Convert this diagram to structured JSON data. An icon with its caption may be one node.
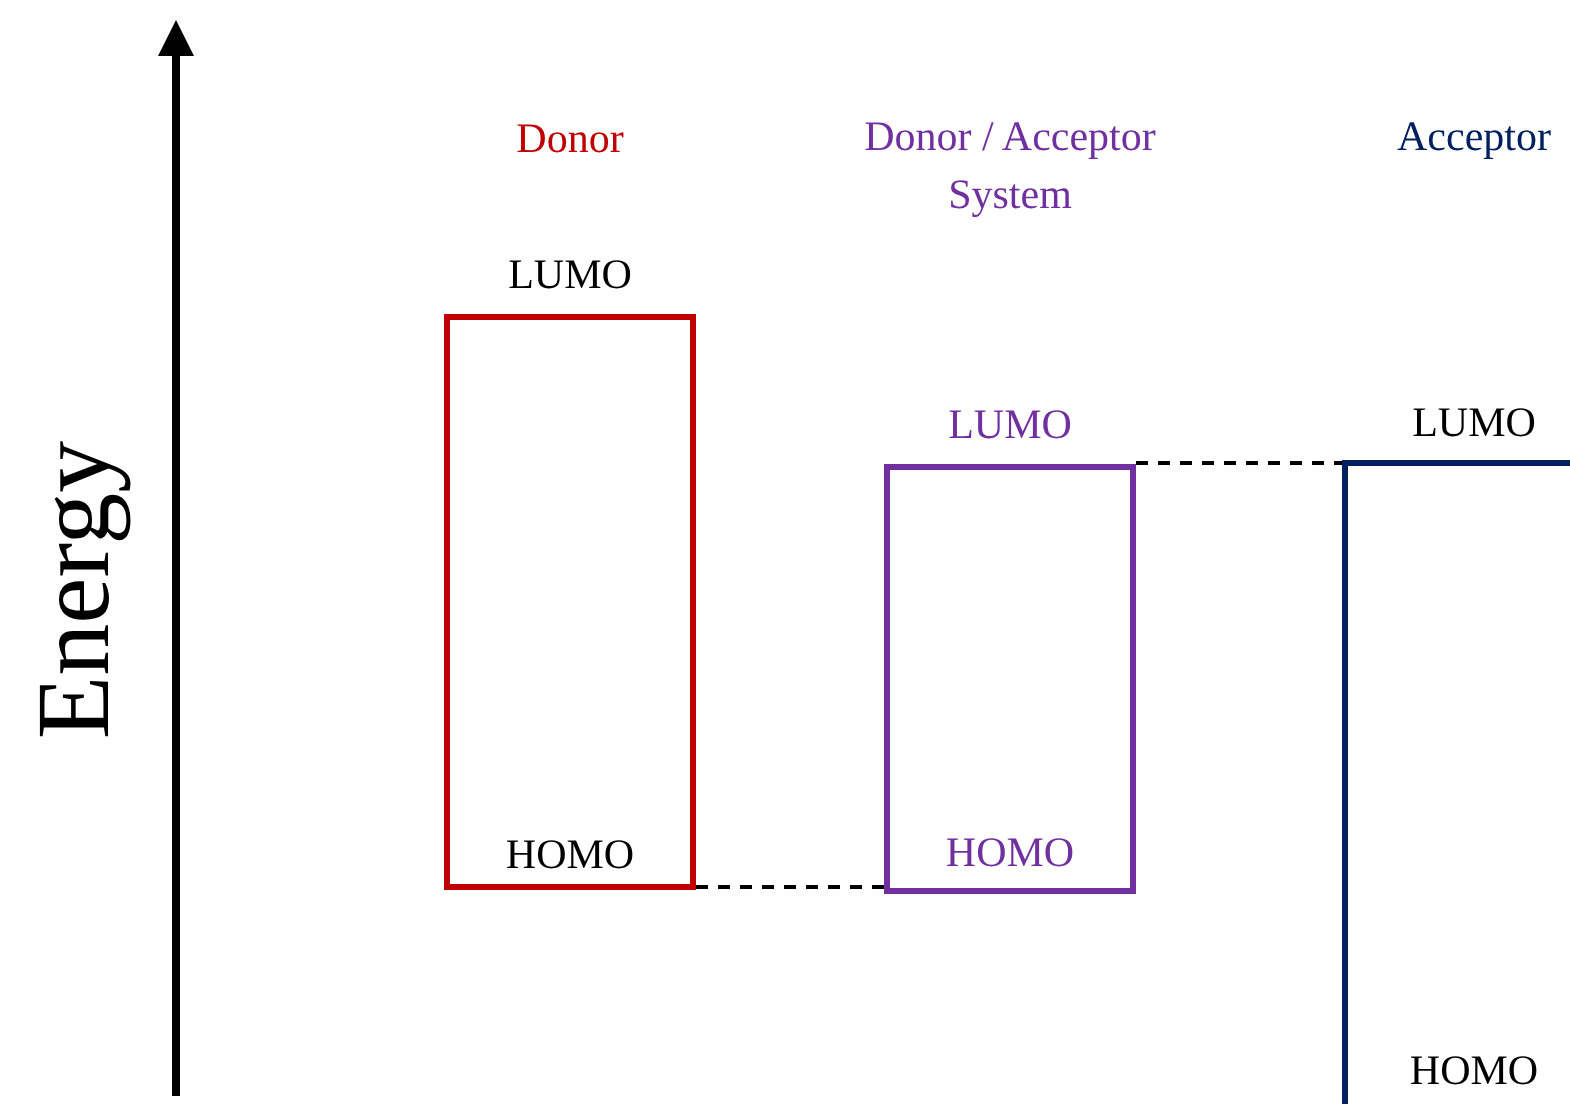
{
  "diagram": {
    "nodes": [
      {
        "text": [
          "Donor",
          "LUMO",
          "HOMO"
        ]
      },
      {
        "text": [
          "Donor / Acceptor System",
          "LUMO",
          "HOMO"
        ]
      },
      {
        "text": [
          "Acceptor",
          "LUMO",
          "HOMO"
        ]
      }
    ],
    "edges": [
      {
        "from": 0,
        "to": 1,
        "arrow": "none",
        "style": "dashed"
      },
      {
        "from": 1,
        "to": 2,
        "arrow": "none",
        "style": "dashed"
      }
    ],
    "labels": [
      "Energy"
    ]
  }
}
